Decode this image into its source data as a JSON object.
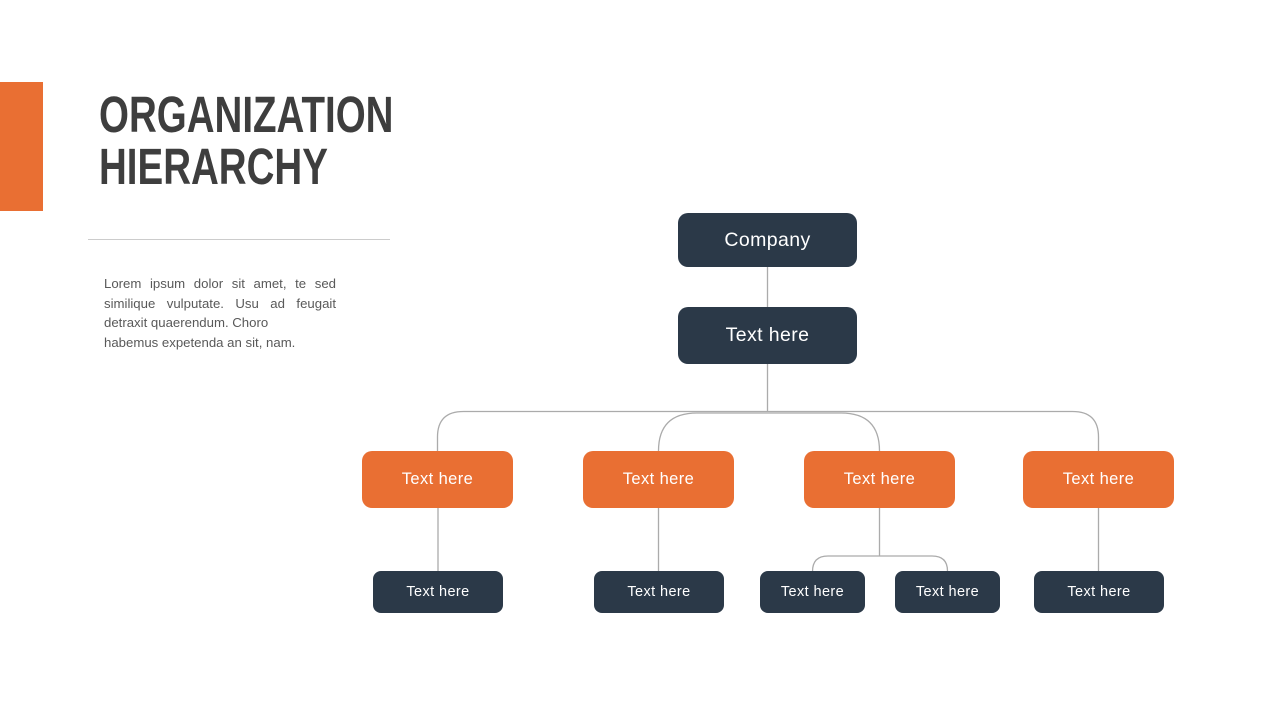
{
  "slide": {
    "title": {
      "line1": "ORGANIZATION",
      "line2": "HIERARCHY"
    },
    "intro": {
      "lines": [
        "Lorem ipsum dolor sit amet, te sed",
        "similique vulputate. Usu ad feugait",
        "detraxit quaerendum. Choro",
        "habemus expetenda an sit, nam."
      ]
    }
  },
  "org_chart": {
    "root": {
      "label": "Company"
    },
    "manager": {
      "label": "Text here"
    },
    "branches": [
      {
        "label": "Text here",
        "children": [
          {
            "label": "Text here"
          }
        ]
      },
      {
        "label": "Text here",
        "children": [
          {
            "label": "Text here"
          }
        ]
      },
      {
        "label": "Text here",
        "children": [
          {
            "label": "Text here"
          },
          {
            "label": "Text here"
          }
        ]
      },
      {
        "label": "Text here",
        "children": [
          {
            "label": "Text here"
          }
        ]
      }
    ]
  },
  "colors": {
    "accent": "#E96F33",
    "navy": "#2B3948",
    "title-color": "#3E3E3E",
    "body-color": "#595959",
    "divider-color": "#CCCCCC",
    "connector-color": "#ABABAB",
    "page-bg": "#ffffff"
  }
}
